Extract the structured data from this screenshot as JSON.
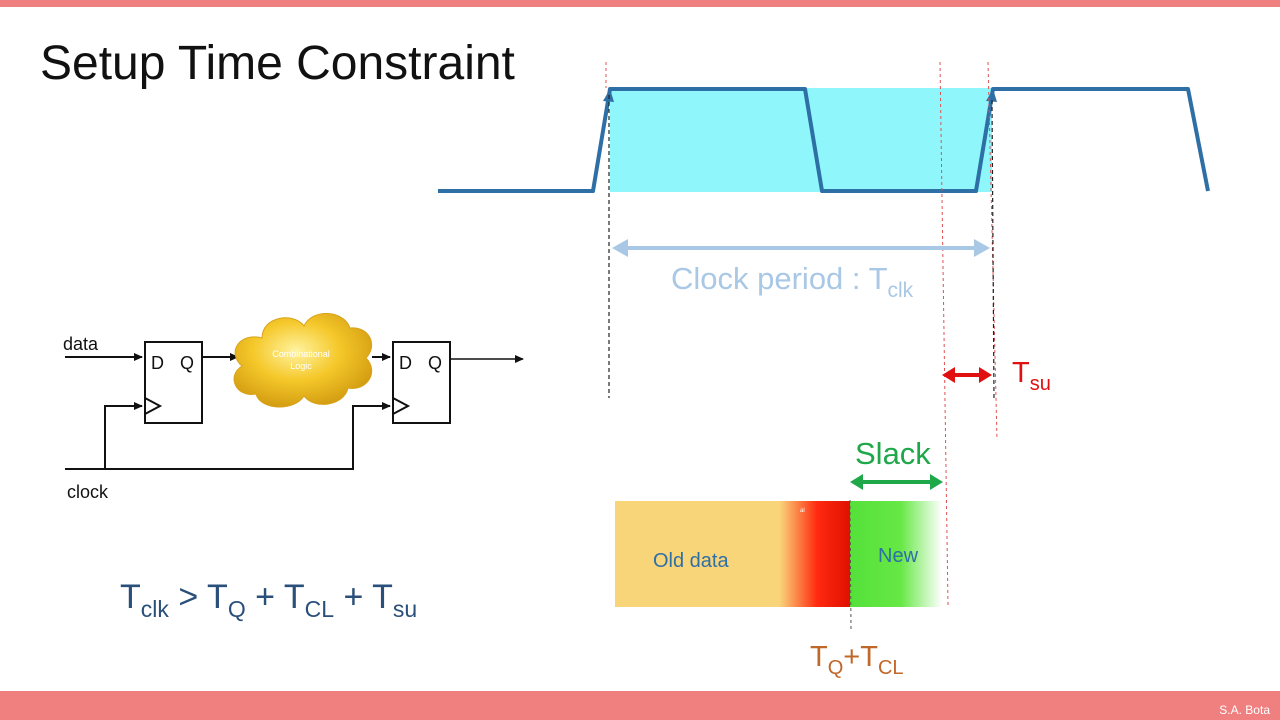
{
  "slide": {
    "title": "Setup Time Constraint",
    "footer": "S.A. Bota"
  },
  "colors": {
    "frame": "#f08080",
    "slide_bg": "#ffffff",
    "clock_wave": "#2e6fa6",
    "period_band": "#8ff7fc",
    "period_arrow": "#a8c8e6",
    "tsu_arrow": "#e01010",
    "slack_green": "#1fa84a",
    "old_data": "#f9d57a",
    "new_data": "#66e845",
    "tq_label": "#c0672a",
    "equation": "#2a4f7a"
  },
  "timing": {
    "clock_label": {
      "main": "Clock period : T",
      "sub": "clk"
    },
    "tsu_label": {
      "main": "T",
      "sub": "su"
    },
    "slack_label": "Slack",
    "old_data_label": "Old data",
    "new_data_label": "New",
    "tiny_mark": "al",
    "tq_label": {
      "t1": "T",
      "s1": "Q",
      "plus": "+T",
      "s2": "CL"
    }
  },
  "circuit": {
    "data_label": "data",
    "clock_label": "clock",
    "ff1": {
      "d": "D",
      "q": "Q"
    },
    "ff2": {
      "d": "D",
      "q": "Q"
    },
    "cloud_line1": "Combinational",
    "cloud_line2": "Logic"
  },
  "equation": {
    "t1": "T",
    "s1": "clk",
    "gt": " > T",
    "s2": "Q",
    "p1": " + T",
    "s3": "CL",
    "p2": " + T",
    "s4": "su"
  }
}
